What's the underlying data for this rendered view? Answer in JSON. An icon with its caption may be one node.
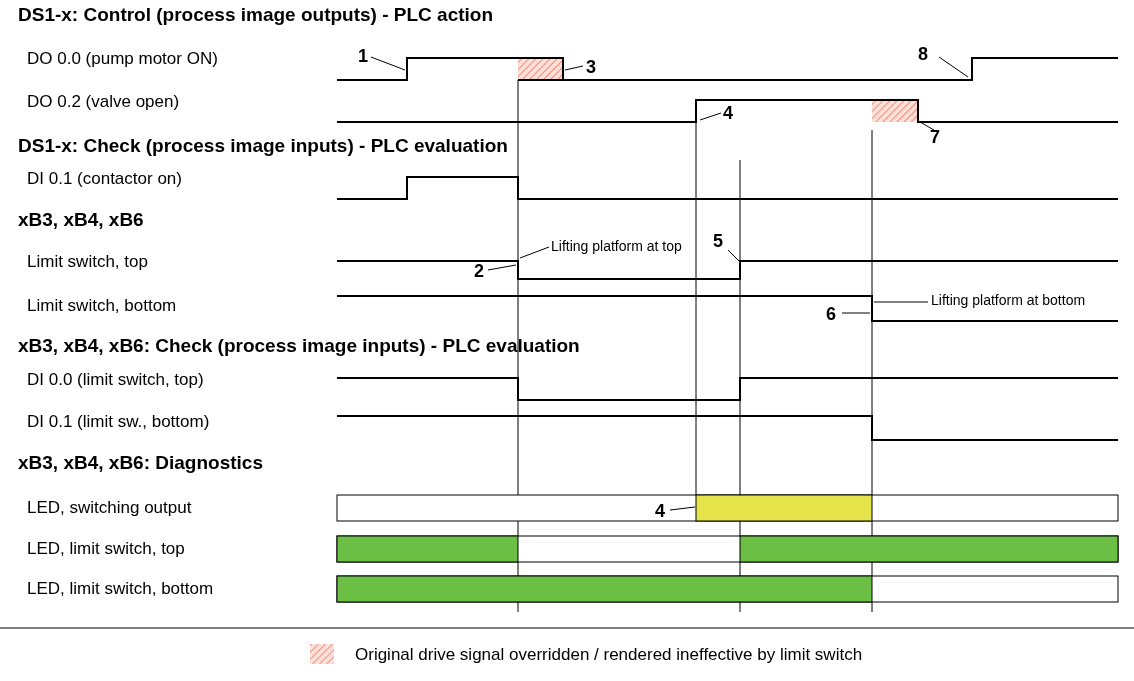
{
  "diagram": {
    "nodes": [
      {
        "text": [
          "1"
        ]
      },
      {
        "text": [
          "3"
        ]
      },
      {
        "text": [
          "8"
        ]
      },
      {
        "text": [
          "4"
        ]
      },
      {
        "text": [
          "7"
        ]
      },
      {
        "text": [
          "Lifting platform at top"
        ]
      },
      {
        "text": [
          "2"
        ]
      },
      {
        "text": [
          "5"
        ]
      },
      {
        "text": [
          "Lifting platform at bottom"
        ]
      },
      {
        "text": [
          "6"
        ]
      },
      {
        "text": [
          "4"
        ]
      }
    ],
    "edges": [
      {
        "from": 0,
        "to": null,
        "arrow": "none"
      },
      {
        "from": 1,
        "to": null,
        "arrow": "none"
      },
      {
        "from": 2,
        "to": null,
        "arrow": "none"
      },
      {
        "from": 3,
        "to": null,
        "arrow": "none"
      },
      {
        "from": 4,
        "to": null,
        "arrow": "none"
      },
      {
        "from": 5,
        "to": null,
        "arrow": "none"
      },
      {
        "from": 6,
        "to": null,
        "arrow": "none"
      },
      {
        "from": 7,
        "to": null,
        "arrow": "none"
      },
      {
        "from": 8,
        "to": null,
        "arrow": "none"
      },
      {
        "from": 9,
        "to": null,
        "arrow": "none"
      },
      {
        "from": 10,
        "to": null,
        "arrow": "none"
      }
    ],
    "labels": [
      "DS1-x: Control (process image outputs) - PLC action",
      "DO 0.0 (pump motor ON)",
      "DO 0.2 (valve open)",
      "DS1-x: Check (process image inputs) - PLC evaluation",
      "DI 0.1 (contactor on)",
      "xB3, xB4, xB6",
      "Limit switch, top",
      "Limit switch, bottom",
      "xB3, xB4, xB6: Check (process image inputs) - PLC evaluation",
      "DI 0.0 (limit switch, top)",
      "DI 0.1 (limit sw., bottom)",
      "xB3, xB4, xB6: Diagnostics",
      "LED, switching output",
      "LED, limit switch, top",
      "LED, limit switch, bottom"
    ],
    "legend": [
      {
        "text": "Original drive signal overridden / rendered ineffective by limit switch"
      }
    ]
  }
}
